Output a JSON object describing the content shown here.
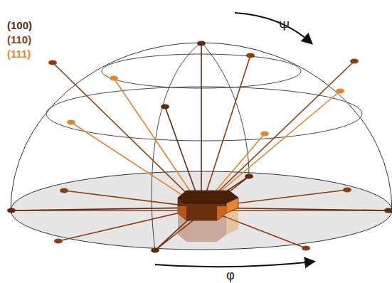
{
  "diagram": {
    "labels": [
      "Ψ",
      "φ"
    ],
    "legend": [
      {
        "text": "(100)",
        "color": "#5c2a0c"
      },
      {
        "text": "(110)",
        "color": "#8e3c12"
      },
      {
        "text": "(111)",
        "color": "#e8842c"
      }
    ]
  }
}
